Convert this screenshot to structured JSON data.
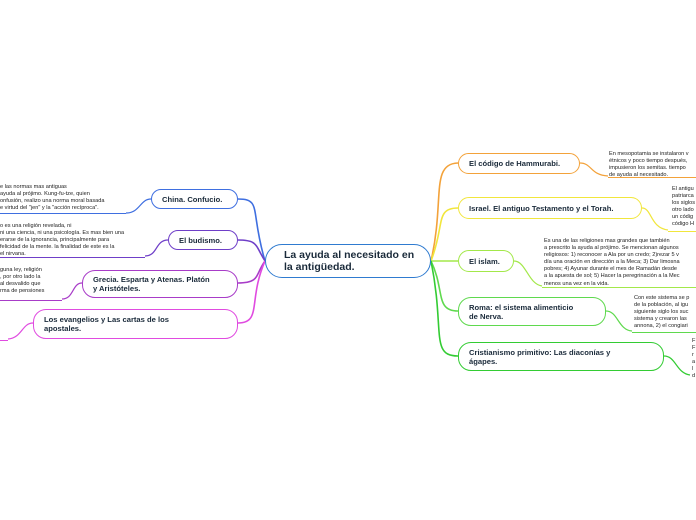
{
  "central": {
    "line1": "La ayuda al necesitado en",
    "line2": "la antigüedad."
  },
  "branches": {
    "hammurabi": {
      "label": "El código de Hammurabi.",
      "color": "#f3a23a"
    },
    "israel": {
      "label": "Israel. El antiguo Testamento y el Torah.",
      "color": "#f1e63c"
    },
    "islam": {
      "label": "El islam.",
      "color": "#a3e84a"
    },
    "roma": {
      "line1": "Roma: el sistema alimenticio",
      "line2": "de Nerva.",
      "color": "#5fd94e"
    },
    "cristianismo": {
      "line1": "Cristianismo primitivo: Las diaconías y",
      "line2": "ágapes.",
      "color": "#33cc33"
    },
    "china": {
      "label": "China. Confucio.",
      "color": "#3f6fe0"
    },
    "budismo": {
      "label": "El budismo.",
      "color": "#6f3fc8"
    },
    "grecia": {
      "line1": "Grecia. Esparta y Atenas. Platón",
      "line2": "y Aristóteles.",
      "color": "#a83cc8"
    },
    "evangelios": {
      "line1": "Los evangelios y Las cartas de los",
      "line2": "apostales.",
      "color": "#e04be0"
    }
  },
  "notes": {
    "hammurabi": [
      "En mesopotamia se instalaron v",
      "étnicos y poco tiempo después,",
      "impusieron los semitas. tiempo",
      "de ayuda al necesitado."
    ],
    "israel": [
      "El antigu",
      "patriarca",
      "los siglos",
      "otro lado",
      "un códig",
      "código H"
    ],
    "islam": [
      "Es una de las religiones mas grandes que también",
      "a prescrito la ayuda al prójimo. Se mencionan algunos",
      "religiosos: 1) reconocer a Ala por un credo; 2)rezar 5 v",
      "día una oración en dirección a la Meca; 3) Dar limosna",
      "pobres; 4) Ayunar durante el mes de Ramadán desde",
      "a la apuesta de sol; 5) Hacer la peregrinación a la Mec",
      "menos una vez en la vida."
    ],
    "roma": [
      "Con este sistema se p",
      "de la población, al igu",
      "siguiente siglo los suc",
      "sistema y crearon las",
      "annona, 2) el congiari"
    ],
    "cristianismo": [
      "F",
      "F",
      "r",
      "a",
      "l",
      "d"
    ],
    "china": [
      "e las normas mas antiguas",
      "ayuda al prójimo. Kung-fu-tze, quien",
      "onfusión, realizo una norma moral basada",
      "e virtud del \"jen\" y la \"acción recíproca\"."
    ],
    "budismo": [
      "o es una religión revelada, ni",
      " ni una ciencia, ni una psicología. Es mas bien una",
      "erarse de la ignorancia, principalmente para",
      "felicidad de la mente. la finalidad de este es la",
      "el nirvana."
    ],
    "grecia": [
      "guna ley, religión",
      ", por otro lado la",
      "al desvalido que",
      "rma de pensiones"
    ]
  }
}
